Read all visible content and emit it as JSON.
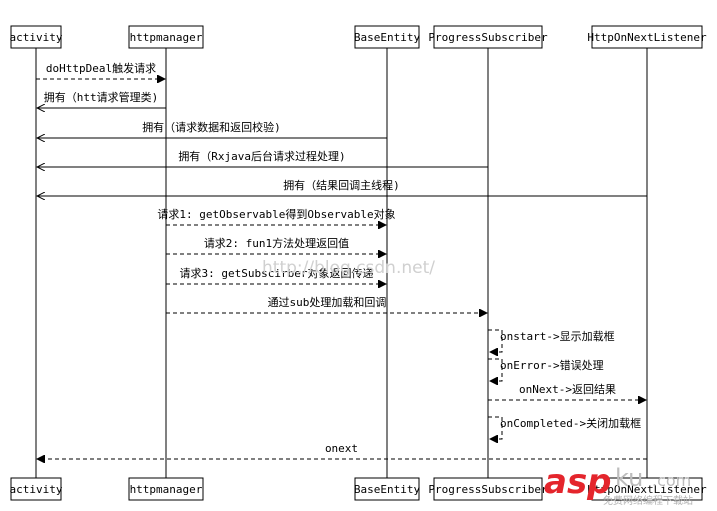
{
  "participants": [
    {
      "id": "activity",
      "label": "activity"
    },
    {
      "id": "httpmanager",
      "label": "httpmanager"
    },
    {
      "id": "baseentity",
      "label": "BaseEntity"
    },
    {
      "id": "progresssubscriber",
      "label": "ProgressSubscriber"
    },
    {
      "id": "httponnextlistener",
      "label": "HttpOnNextListener"
    }
  ],
  "messages": [
    {
      "from": "activity",
      "to": "httpmanager",
      "label": "doHttpDeal触发请求",
      "style": "dashed"
    },
    {
      "from": "httpmanager",
      "to": "activity",
      "label": "拥有（htt请求管理类)",
      "style": "solid"
    },
    {
      "from": "baseentity",
      "to": "activity",
      "label": "拥有（请求数据和返回校验)",
      "style": "solid"
    },
    {
      "from": "progresssubscriber",
      "to": "activity",
      "label": "拥有（Rxjava后台请求过程处理)",
      "style": "solid"
    },
    {
      "from": "httponnextlistener",
      "to": "activity",
      "label": "拥有（结果回调主线程)",
      "style": "solid"
    },
    {
      "from": "httpmanager",
      "to": "baseentity",
      "label": "请求1: getObservable得到Observable对象",
      "style": "dashed"
    },
    {
      "from": "httpmanager",
      "to": "baseentity",
      "label": "请求2: fun1方法处理返回值",
      "style": "dashed"
    },
    {
      "from": "httpmanager",
      "to": "baseentity",
      "label": "请求3: getSubscirber对象返回传递",
      "style": "dashed"
    },
    {
      "from": "httpmanager",
      "to": "progresssubscriber",
      "label": "通过sub处理加载和回调",
      "style": "dashed"
    },
    {
      "from": "progresssubscriber",
      "to": "progresssubscriber",
      "label": "onstart->显示加载框",
      "style": "self"
    },
    {
      "from": "progresssubscriber",
      "to": "progresssubscriber",
      "label": "onError->错误处理",
      "style": "self"
    },
    {
      "from": "progresssubscriber",
      "to": "httponnextlistener",
      "label": "onNext->返回结果",
      "style": "dashed"
    },
    {
      "from": "progresssubscriber",
      "to": "progresssubscriber",
      "label": "onCompleted->关闭加载框",
      "style": "self"
    },
    {
      "from": "httponnextlistener",
      "to": "activity",
      "label": "onext",
      "style": "dashed"
    }
  ],
  "watermarks": {
    "url_text": "http://blog.csdn.net/",
    "logo_text": "asp",
    "logo_suffix": "ku",
    "logo_domain": ".com",
    "logo_tagline": "免费网络编程下载站"
  },
  "colors": {
    "line": "#000000",
    "box_fill": "#ffffff",
    "logo_red": "#e4252c",
    "watermark_gray": "#c8c8c8"
  }
}
